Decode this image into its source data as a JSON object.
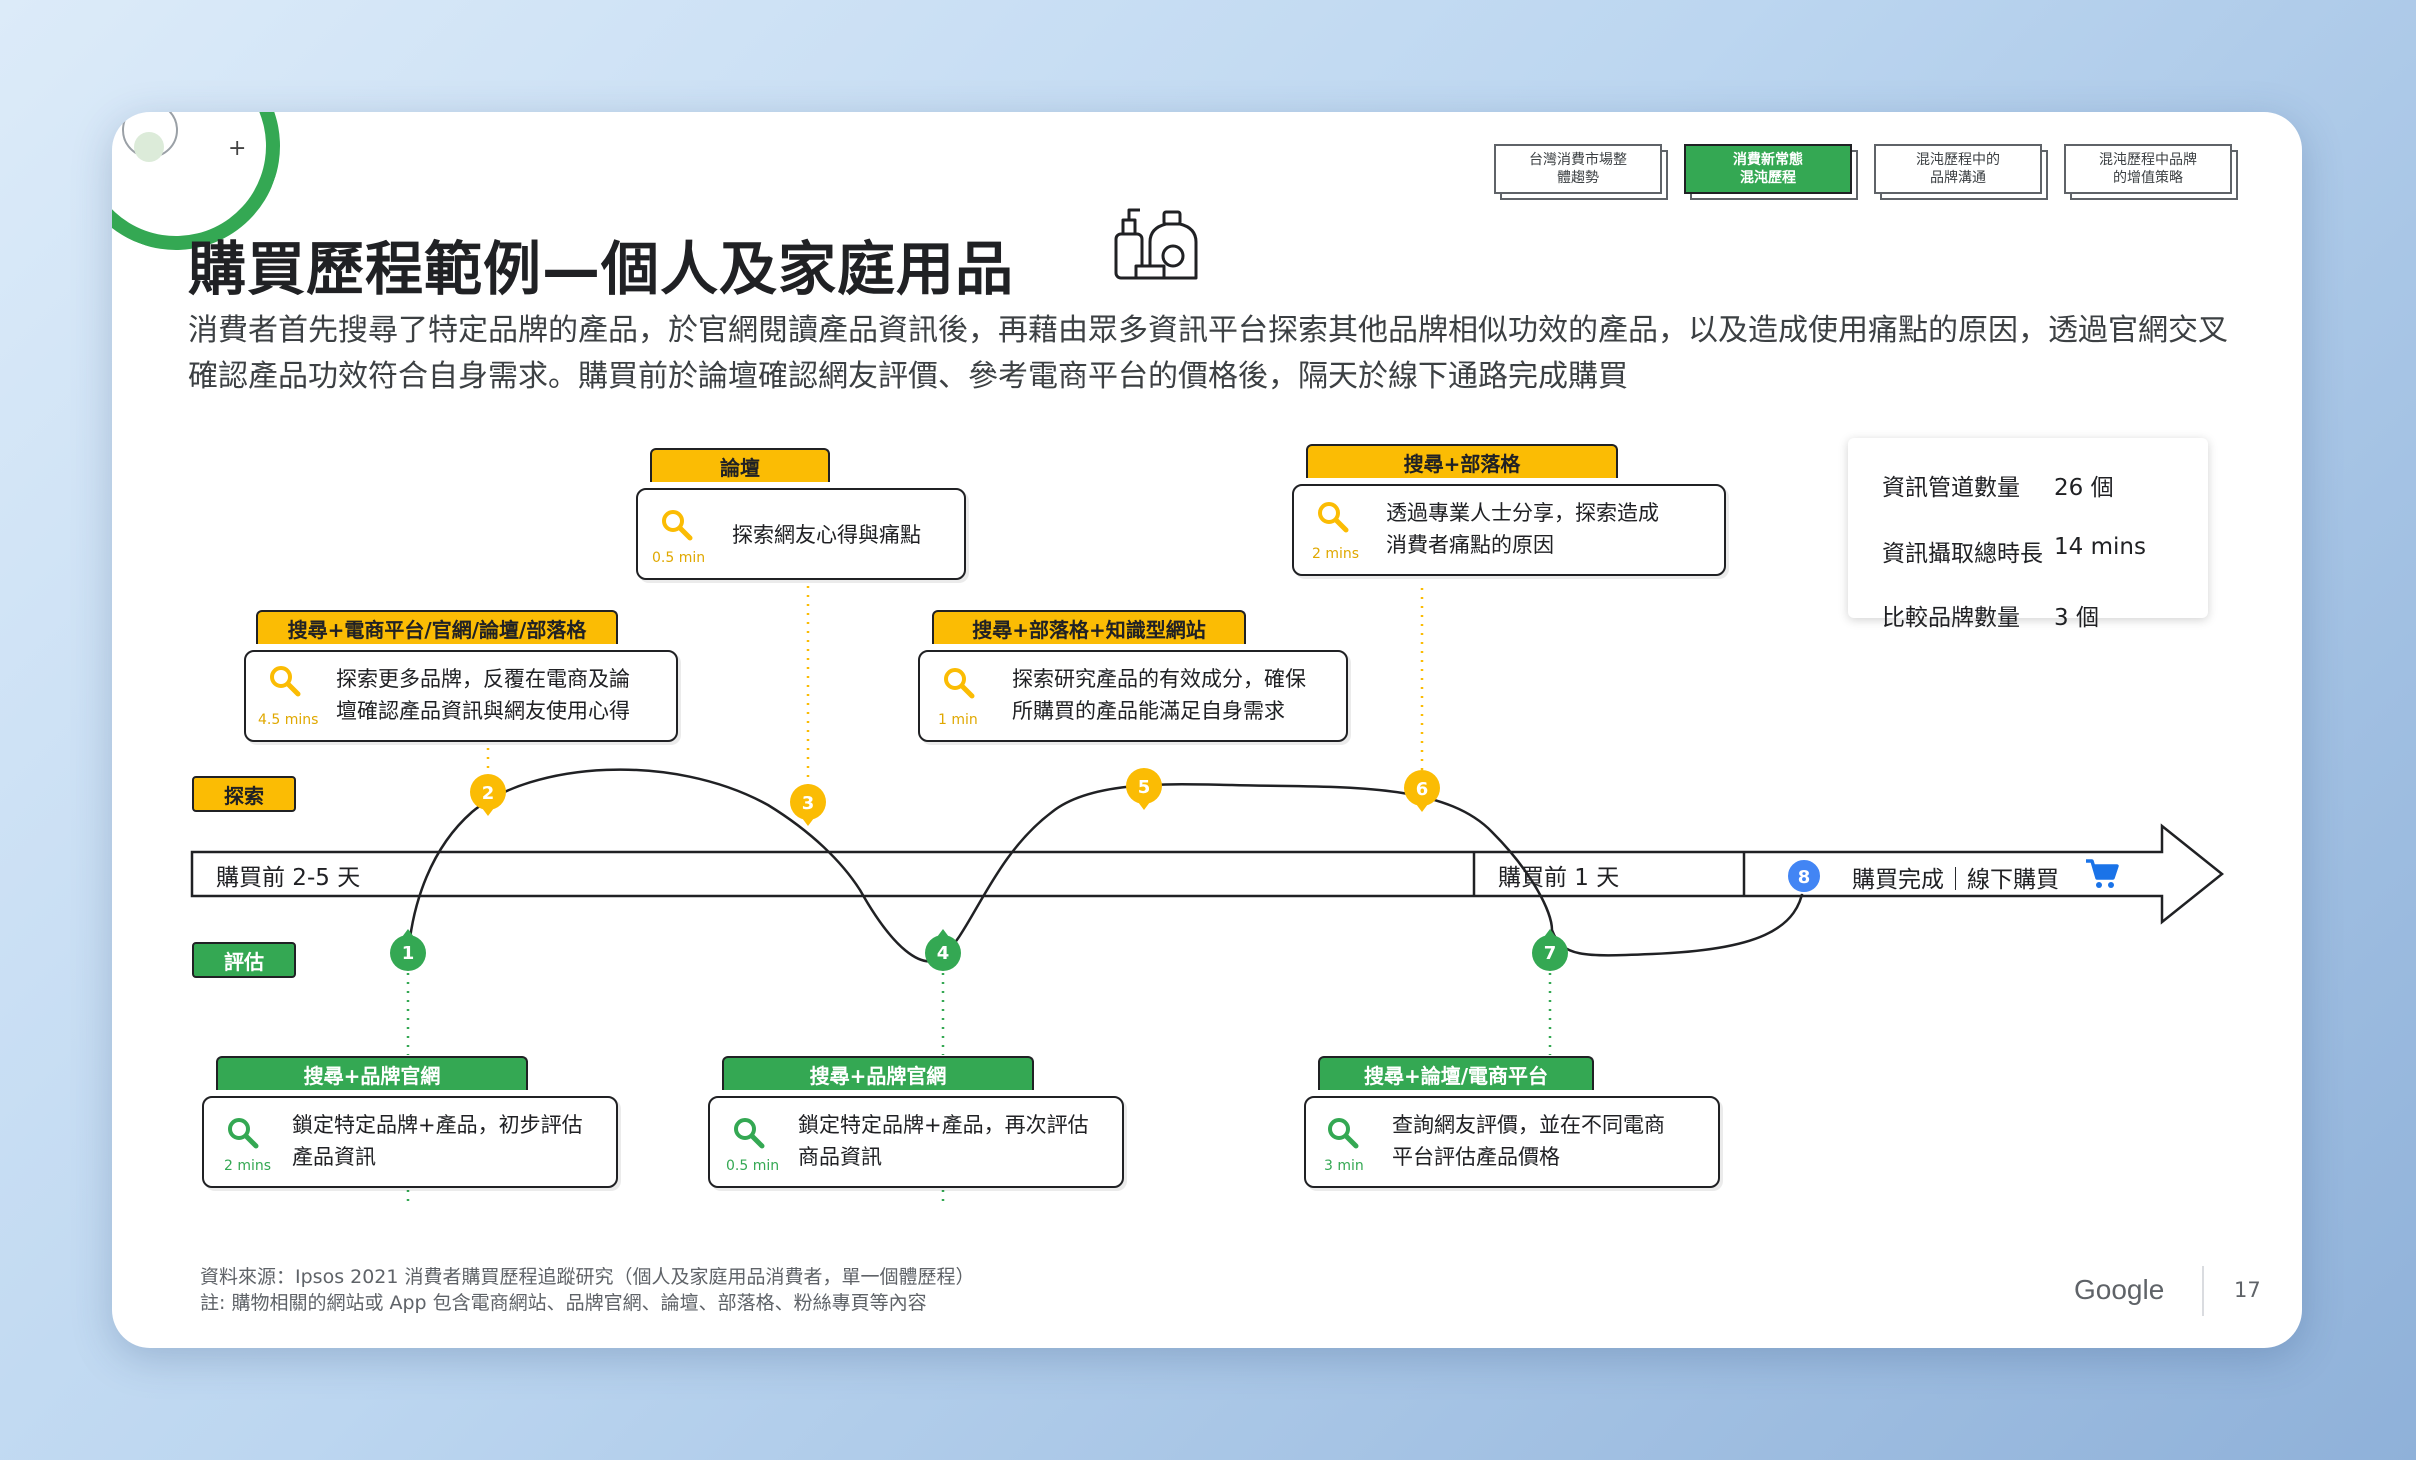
{
  "nav": [
    {
      "label": "台灣消費市場整\n體趨勢",
      "active": false
    },
    {
      "label": "消費新常態\n混沌歷程",
      "active": true
    },
    {
      "label": "混沌歷程中的\n品牌溝通",
      "active": false
    },
    {
      "label": "混沌歷程中品牌\n的增值策略",
      "active": false
    }
  ],
  "title": "購買歷程範例—個人及家庭用品",
  "subtitle": "消費者首先搜尋了特定品牌的產品，於官網閱讀產品資訊後，再藉由眾多資訊平台探索其他品牌相似功效的產品，以及造成使用痛點的原因，透過官網交叉確認產品功效符合自身需求。購買前於論壇確認網友評價、參考電商平台的價格後，隔天於線下通路完成購買",
  "stats": [
    {
      "label": "資訊管道數量",
      "value": "26 個"
    },
    {
      "label": "資訊攝取總時長",
      "value": "14 mins"
    },
    {
      "label": "比較品牌數量",
      "value": "3 個"
    }
  ],
  "lanes": {
    "explore": "探索",
    "evaluate": "評估"
  },
  "timeline": {
    "seg1": "購買前 2-5 天",
    "seg2": "購買前 1 天",
    "seg3": "購買完成｜線下購買"
  },
  "steps": [
    {
      "num": "1",
      "channel": "搜尋+品牌官網",
      "line1": "鎖定特定品牌+產品，初步評估",
      "line2": "產品資訊",
      "time": "2 mins",
      "color": "#34a853"
    },
    {
      "num": "2",
      "channel": "搜尋+電商平台/官網/論壇/部落格",
      "line1": "探索更多品牌，反覆在電商及論",
      "line2": "壇確認產品資訊與網友使用心得",
      "time": "4.5 mins",
      "color": "#fbbc04"
    },
    {
      "num": "3",
      "channel": "論壇",
      "line1": "探索網友心得與痛點",
      "line2": "",
      "time": "0.5 min",
      "color": "#fbbc04"
    },
    {
      "num": "4",
      "channel": "搜尋+品牌官網",
      "line1": "鎖定特定品牌+產品，再次評估",
      "line2": "商品資訊",
      "time": "0.5  min",
      "color": "#34a853"
    },
    {
      "num": "5",
      "channel": "搜尋+部落格+知識型網站",
      "line1": "探索研究產品的有效成分，確保",
      "line2": "所購買的產品能滿足自身需求",
      "time": "1 min",
      "color": "#fbbc04"
    },
    {
      "num": "6",
      "channel": "搜尋+部落格",
      "line1": "透過專業人士分享，探索造成",
      "line2": "消費者痛點的原因",
      "time": "2 mins",
      "color": "#fbbc04"
    },
    {
      "num": "7",
      "channel": "搜尋+論壇/電商平台",
      "line1": "查詢網友評價，並在不同電商",
      "line2": "平台評估產品價格",
      "time": "3 min",
      "color": "#34a853"
    },
    {
      "num": "8",
      "channel": "",
      "line1": "",
      "line2": "",
      "time": "",
      "color": "#4285f4"
    }
  ],
  "footer": {
    "line1": "資料來源：Ipsos 2021 消費者購買歷程追蹤研究（個人及家庭用品消費者，單一個體歷程）",
    "line2": "註: 購物相關的網站或 App 包含電商網站、品牌官網、論壇、部落格、粉絲專頁等內容"
  },
  "brand": "Google",
  "page_number": "17",
  "colors": {
    "green": "#34a853",
    "yellow": "#fbbc04",
    "blue": "#4285f4",
    "cart": "#1a73e8"
  },
  "icons": [
    "search-icon",
    "cart-icon",
    "household-products-icon"
  ]
}
